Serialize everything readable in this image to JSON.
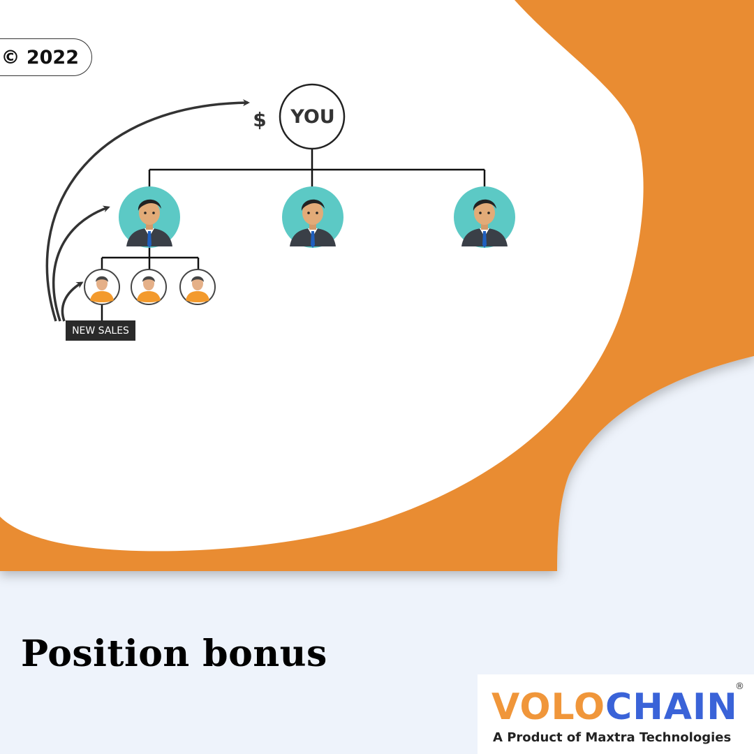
{
  "badge": {
    "copyright": "© 2022"
  },
  "diagram": {
    "top_node": "YOU",
    "currency_symbol": "$",
    "sales_label": "NEW SALES"
  },
  "headline": "Position bonus",
  "logo": {
    "word_part_1": "VOLO",
    "word_part_2": "CHAIN",
    "registered": "®",
    "tagline": "A Product of Maxtra Technologies"
  },
  "colors": {
    "orange": "#e98c30",
    "page_background": "#eef3fb",
    "avatar_teal": "#5cc9c5",
    "avatar_orange": "#f39a2d",
    "logo_blue": "#3a63d8"
  },
  "icons": {
    "member_avatar": "businessman-avatar-icon",
    "recruit_avatar": "person-avatar-icon",
    "arrow": "curved-arrow-icon"
  }
}
